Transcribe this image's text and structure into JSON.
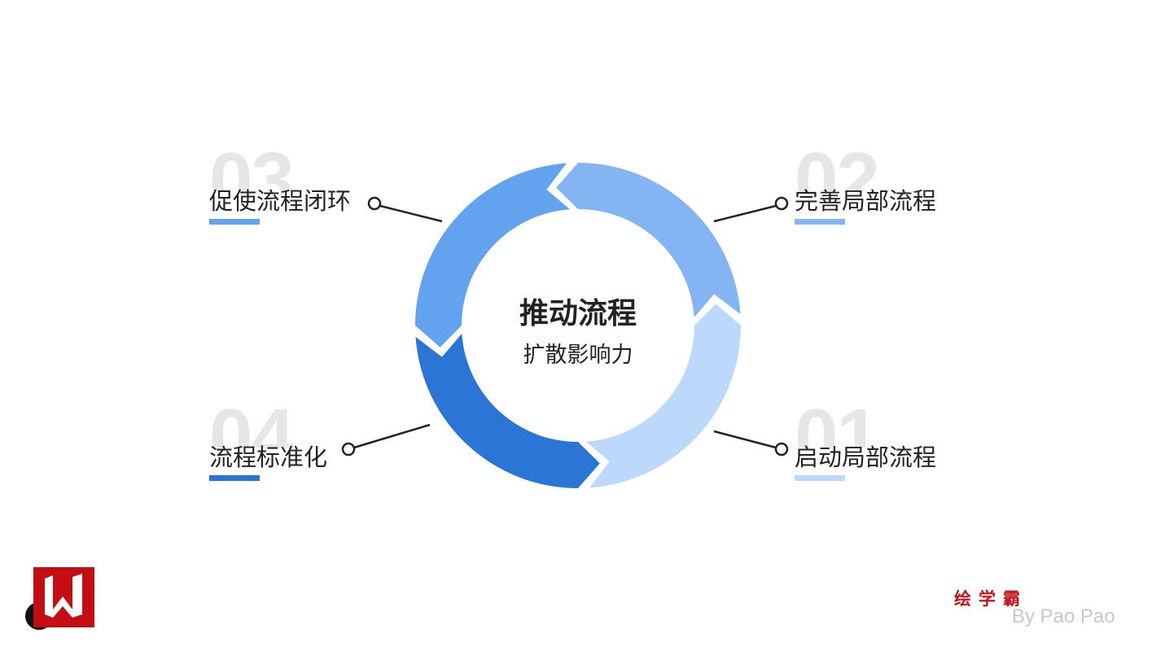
{
  "center": {
    "title": "推动流程",
    "subtitle": "扩散影响力"
  },
  "steps": [
    {
      "number": "01",
      "label": "启动局部流程",
      "color": "#bcd9fb"
    },
    {
      "number": "02",
      "label": "完善局部流程",
      "color": "#84b5f2"
    },
    {
      "number": "03",
      "label": "促使流程闭环",
      "color": "#62a2ee"
    },
    {
      "number": "04",
      "label": "流程标准化",
      "color": "#2a75d5"
    }
  ],
  "watermark": {
    "brand": "绘学霸",
    "author": "By Pao Pao",
    "logo_letter": "W"
  }
}
